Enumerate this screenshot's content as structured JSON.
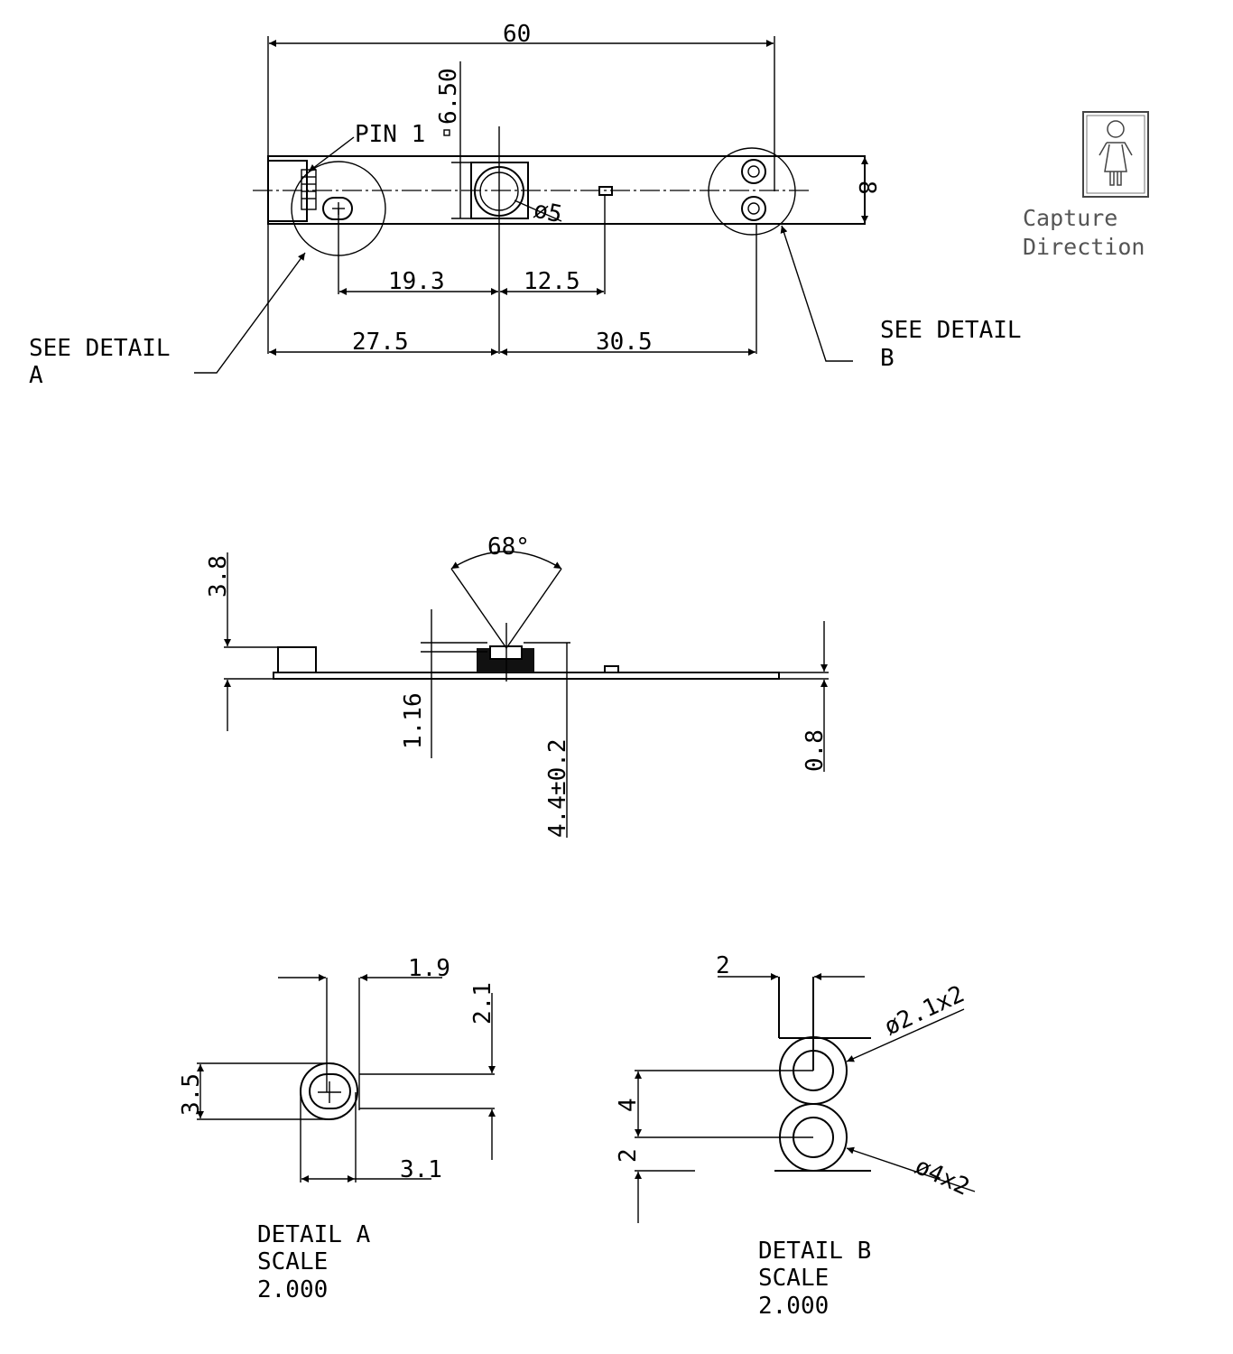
{
  "top_view": {
    "overall_length": "60",
    "height_offset": "6.50",
    "pin_label": "PIN 1",
    "lens_diameter": "ø5",
    "board_width": "8",
    "dim_a": "19.3",
    "dim_b": "12.5",
    "dim_c": "27.5",
    "dim_d": "30.5",
    "see_detail_a": [
      "SEE DETAIL",
      "A"
    ],
    "see_detail_b": [
      "SEE DETAIL",
      "B"
    ]
  },
  "capture_direction": {
    "icon": "person-icon",
    "label": [
      "Capture",
      "Direction"
    ]
  },
  "side_view": {
    "fov_angle": "68°",
    "connector_height": "3.8",
    "lens_offset": "1.16",
    "lens_height": "4.4±0.2",
    "board_thickness": "0.8"
  },
  "detail_a": {
    "dim_top": "1.9",
    "dim_right": "2.1",
    "dim_left": "3.5",
    "dim_bottom": "3.1",
    "title": [
      "DETAIL   A",
      "SCALE",
      "2.000"
    ]
  },
  "detail_b": {
    "dim_top": "2",
    "hole_small": "ø2.1x2",
    "dim_pitch": "4",
    "dim_bottom": "2",
    "hole_large": "ø4x2",
    "title": [
      "DETAIL   B",
      "SCALE",
      "2.000"
    ]
  }
}
